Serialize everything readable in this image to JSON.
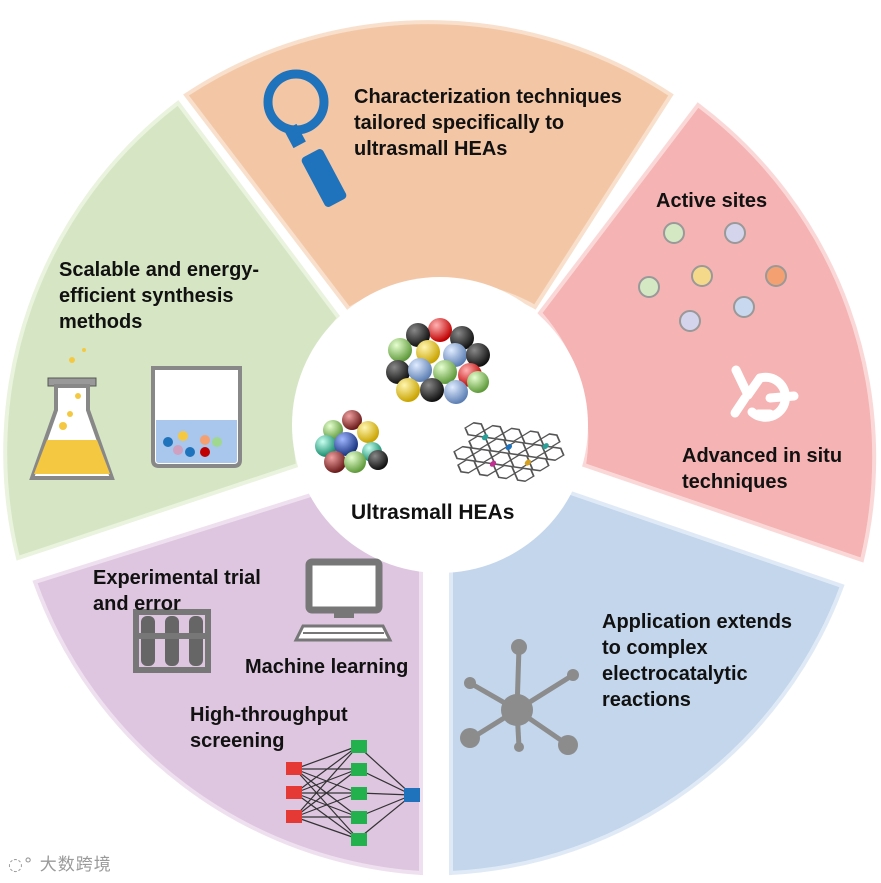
{
  "center": {
    "label": "Ultrasmall HEAs"
  },
  "segments": {
    "characterization": {
      "lines": [
        "Characterization techniques",
        "tailored specifically to",
        "ultrasmall HEAs"
      ],
      "color": "#f3c7a6"
    },
    "active_sites": {
      "label": "Active sites",
      "color": "#f5b3b3"
    },
    "in_situ": {
      "lines": [
        "Advanced in situ",
        "techniques"
      ]
    },
    "application": {
      "lines": [
        "Application extends",
        "to complex",
        "electrocatalytic",
        "reactions"
      ],
      "color": "#c3d6ec"
    },
    "trial": {
      "lines": [
        "Experimental trial",
        "and error"
      ],
      "color": "#dec6e0"
    },
    "machine_learning": {
      "label": "Machine learning"
    },
    "screening": {
      "lines": [
        "High-throughput",
        "screening"
      ]
    },
    "synthesis": {
      "lines": [
        "Scalable and energy-",
        "efficient synthesis",
        "methods"
      ],
      "color": "#d6e6c4"
    }
  },
  "watermark": "大数跨境",
  "icons": [
    "magnifier-icon",
    "atoms-icon",
    "catalyst-site-icon",
    "molecule-network-icon",
    "test-tubes-icon",
    "computer-icon",
    "neural-network-icon",
    "flask-icon",
    "beaker-icon",
    "nanoparticle-icon",
    "graphene-icon"
  ]
}
